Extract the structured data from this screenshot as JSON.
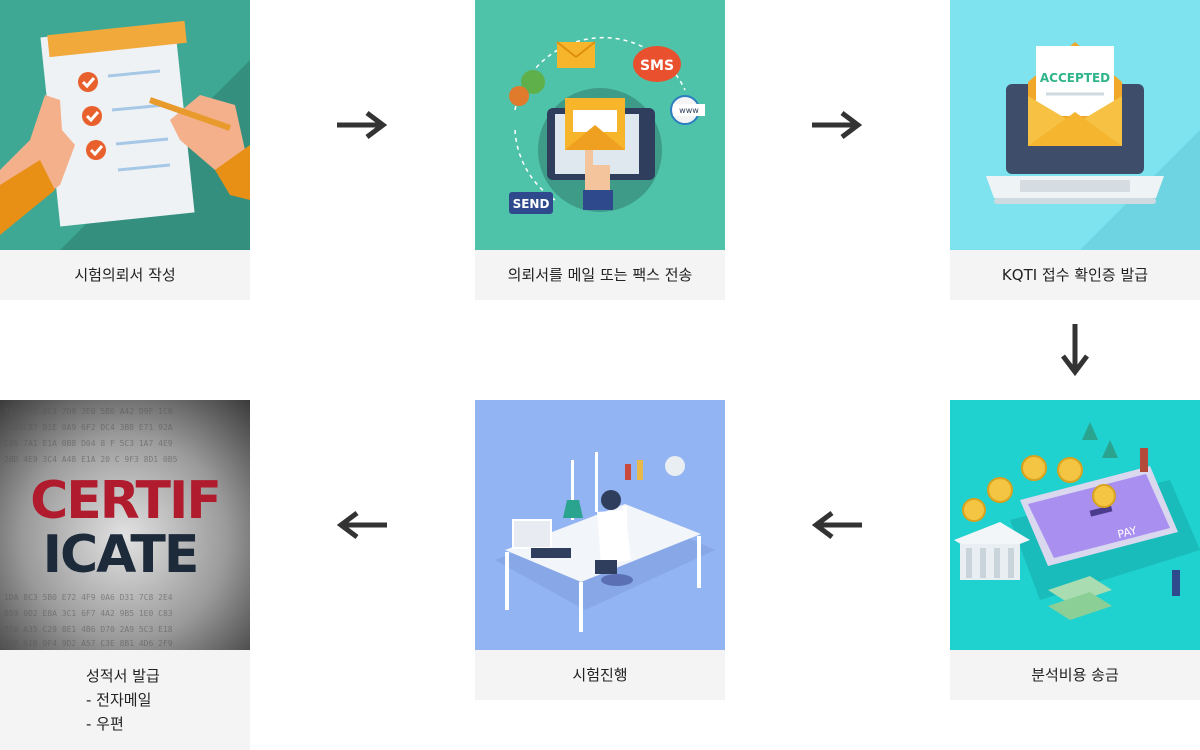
{
  "steps": [
    {
      "label": "시험의뢰서 작성"
    },
    {
      "label": "의뢰서를 메일 또는 팩스 전송"
    },
    {
      "label": "KQTI 접수 확인증 발급"
    },
    {
      "label": "분석비용 송금"
    },
    {
      "label": "시험진행"
    },
    {
      "label": "성적서 발급",
      "sub": [
        "- 전자메일",
        "- 우편"
      ]
    }
  ],
  "art_text": {
    "sms": "SMS",
    "www": "www",
    "send": "SEND",
    "accepted": "ACCEPTED",
    "pay": "PAY",
    "cert_line1": "CERTIF",
    "cert_line2": "ICATE"
  },
  "colors": {
    "step1_bg": "#3fa895",
    "step2_bg": "#4fc3a9",
    "step3_bg": "#7ee3ef",
    "step4_bg": "#1fd1cf",
    "step5_bg": "#93b4f2",
    "caption_bg": "#f4f4f4",
    "arrow": "#333333"
  }
}
